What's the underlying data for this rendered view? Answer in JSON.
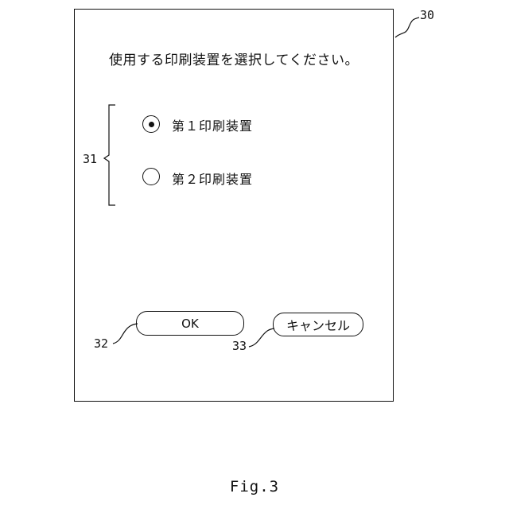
{
  "dialog": {
    "prompt": "使用する印刷装置を選択してください。",
    "options": [
      {
        "label": "第１印刷装置",
        "selected": true
      },
      {
        "label": "第２印刷装置",
        "selected": false
      }
    ],
    "ok_label": "OK",
    "cancel_label": "キャンセル"
  },
  "reference_numerals": {
    "dialog": "30",
    "options_group": "31",
    "ok_button": "32",
    "cancel_button": "33"
  },
  "figure_caption": "Fig.3"
}
